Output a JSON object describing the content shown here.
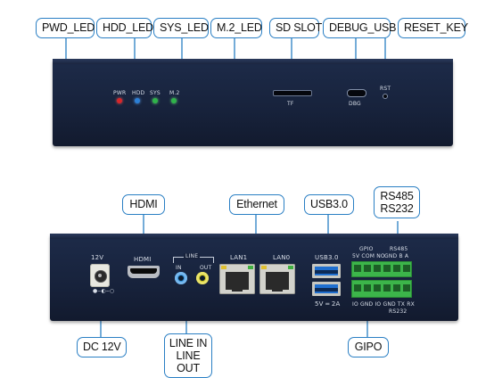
{
  "front_callouts": [
    {
      "id": "pwd-led",
      "label": "PWD_LED"
    },
    {
      "id": "hdd-led",
      "label": "HDD_LED"
    },
    {
      "id": "sys-led",
      "label": "SYS_LED"
    },
    {
      "id": "m2-led",
      "label": "M.2_LED"
    },
    {
      "id": "sd-slot",
      "label": "SD SLOT"
    },
    {
      "id": "debug-usb",
      "label": "DEBUG_USB"
    },
    {
      "id": "reset-key",
      "label": "RESET_KEY"
    }
  ],
  "front_panel_text": {
    "pwr": "PWR",
    "hdd": "HDD",
    "sys": "SYS",
    "m2": "M.2",
    "rst": "RST",
    "tf": "TF",
    "dbg": "DBG"
  },
  "back_callouts": {
    "hdmi": "HDMI",
    "ethernet": "Ethernet",
    "usb3": "USB3.0",
    "rs485_line1": "RS485",
    "rs485_line2": "RS232",
    "dc": "DC 12V",
    "line_line1": "LINE IN",
    "line_line2": "LINE OUT",
    "gipo": "GIPO"
  },
  "back_panel_text": {
    "v12": "12V",
    "hdmi": "HDMI",
    "line": "LINE",
    "in": "IN",
    "out": "OUT",
    "lan1": "LAN1",
    "lan0": "LAN0",
    "usb30": "USB3.0",
    "power_rating": "5V ═ 2A",
    "gpio": "GPIO",
    "gpio_pins": "5V COM NO",
    "rs485": "RS485",
    "rs485_pins": "GND  B   A",
    "bottom_pins": "IO GND IO GND TX  RX",
    "rs232": "RS232"
  },
  "colors": {
    "callout_border": "#2a7fc4",
    "leader_line": "#2a7fc4",
    "chassis": "#17223b",
    "led_red": "#d8262a",
    "led_blue": "#2b7fd6",
    "led_green": "#2fb34a",
    "terminal_green": "#3cb54a"
  }
}
